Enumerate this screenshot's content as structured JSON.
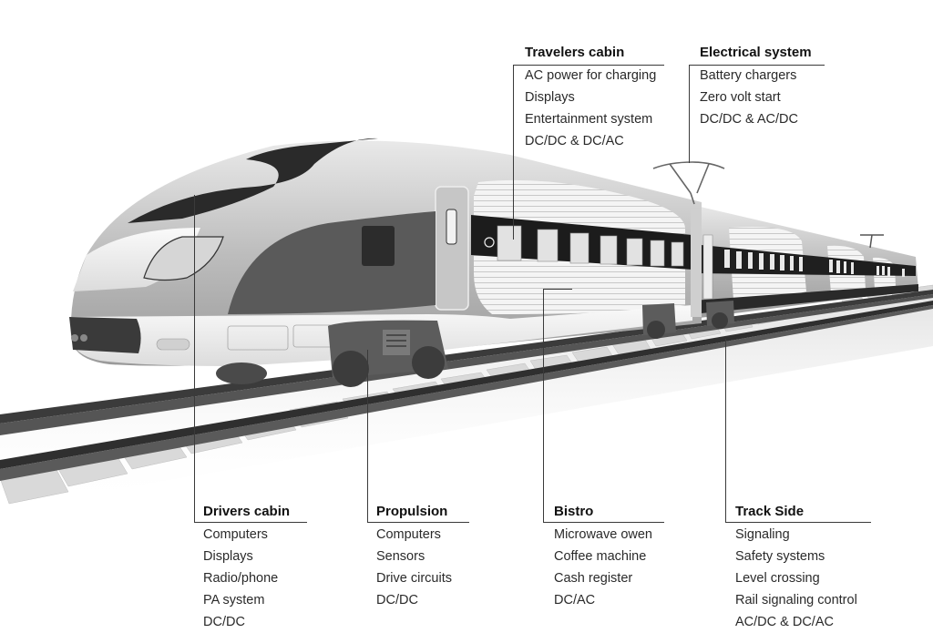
{
  "diagram": {
    "subject": "High-speed electric train with power-electronics application callouts",
    "colors": {
      "text": "#1a1a1a",
      "leader_line": "#3a3a3a",
      "background": "#ffffff"
    }
  },
  "callouts": {
    "travelers_cabin": {
      "title": "Travelers cabin",
      "items": [
        "AC power for charging",
        "Displays",
        "Entertainment system",
        "DC/DC & DC/AC"
      ]
    },
    "electrical_system": {
      "title": "Electrical system",
      "items": [
        "Battery chargers",
        "Zero volt start",
        "DC/DC & AC/DC"
      ]
    },
    "drivers_cabin": {
      "title": "Drivers cabin",
      "items": [
        "Computers",
        "Displays",
        "Radio/phone",
        "PA system",
        "DC/DC"
      ]
    },
    "propulsion": {
      "title": "Propulsion",
      "items": [
        "Computers",
        "Sensors",
        "Drive circuits",
        "DC/DC"
      ]
    },
    "bistro": {
      "title": "Bistro",
      "items": [
        "Microwave owen",
        "Coffee machine",
        "Cash register",
        "DC/AC"
      ]
    },
    "track_side": {
      "title": "Track Side",
      "items": [
        "Signaling",
        "Safety systems",
        "Level crossing",
        "Rail signaling control",
        "AC/DC & DC/AC"
      ]
    }
  }
}
